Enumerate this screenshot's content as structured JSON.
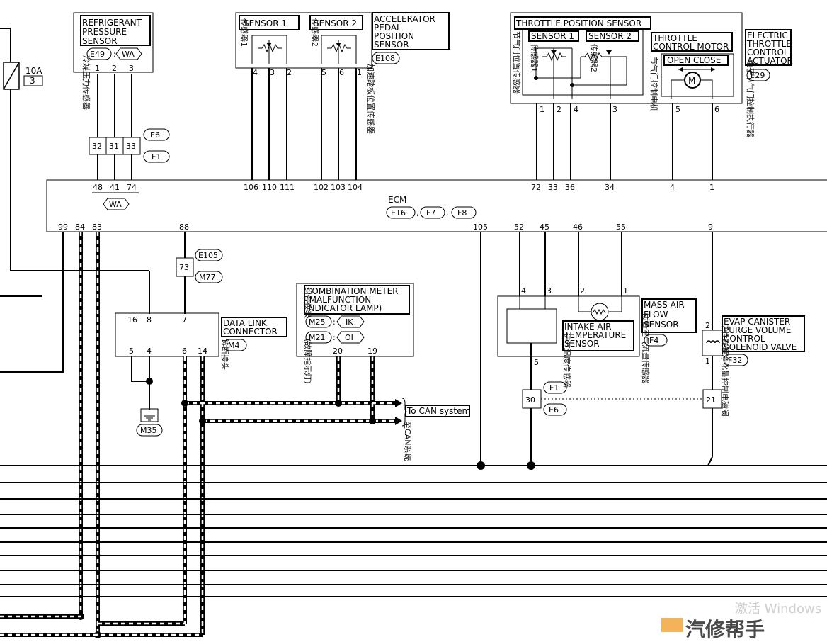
{
  "fuse": {
    "rating": "10A",
    "number": "3"
  },
  "refrigerant_sensor": {
    "title_lines": [
      "REFRIGERANT",
      "PRESSURE",
      "SENSOR"
    ],
    "connector": "E49",
    "harness": "WA",
    "pins": [
      "1",
      "2",
      "3"
    ],
    "zh": "冷媒压力传感器"
  },
  "joint_connector": {
    "pins": [
      "32",
      "31",
      "33"
    ],
    "top": "E6",
    "bottom": "F1"
  },
  "ecm_left_pins": [
    "48",
    "41",
    "74"
  ],
  "ecm_left_harness": "WA",
  "app_sensor": {
    "title_lines": [
      "ACCELERATOR",
      "PEDAL",
      "POSITION",
      "SENSOR"
    ],
    "sensor1": "SENSOR 1",
    "sensor2": "SENSOR 2",
    "sensor1_zh": "传感器1",
    "sensor2_zh": "传感器2",
    "connector": "E108",
    "pins1": [
      "4",
      "3",
      "2"
    ],
    "pins2": [
      "5",
      "6",
      "1"
    ],
    "ecm_pins": [
      "106",
      "110",
      "111",
      "102",
      "103",
      "104"
    ],
    "zh": "加速踏板位置传感器"
  },
  "throttle_position_sensor": {
    "title": "THROTTLE POSITION SENSOR",
    "sensor1": "SENSOR 1",
    "sensor2": "SENSOR 2",
    "sensor1_zh": "传感器1",
    "sensor2_zh": "传感器2",
    "zh": "节气门位置传感器",
    "pins": [
      "1",
      "2",
      "4",
      "3"
    ],
    "ecm_pins": [
      "72",
      "33",
      "36",
      "34"
    ]
  },
  "throttle_motor": {
    "title_lines": [
      "THROTTLE",
      "CONTROL MOTOR"
    ],
    "open_close": "OPEN CLOSE",
    "motor": "M",
    "zh": "节气门控制电机",
    "pins": [
      "5",
      "6"
    ],
    "ecm_pins": [
      "4",
      "1"
    ]
  },
  "etc_actuator": {
    "title_lines": [
      "ELECTRIC",
      "THROTTLE",
      "CONTROL",
      "ACTUATOR"
    ],
    "connector": "F29",
    "zh": "电子节气门控制执行器"
  },
  "ecm": {
    "title": "ECM",
    "connectors": [
      "E16",
      "F7",
      "F8"
    ],
    "bottom_pins": [
      "99",
      "84",
      "83",
      "88",
      "105",
      "52",
      "45",
      "46",
      "55",
      "9"
    ]
  },
  "dlc_connector": {
    "pin": "73",
    "top": "E105",
    "bottom": "M77"
  },
  "data_link": {
    "title_lines": [
      "DATA LINK",
      "CONNECTOR"
    ],
    "connector": "M4",
    "zh": "诊断接头",
    "top_pins": [
      "16",
      "8",
      "7"
    ],
    "bottom_pins": [
      "5",
      "4",
      "6",
      "14"
    ]
  },
  "ground": {
    "connector": "M35"
  },
  "combination_meter": {
    "title_lines": [
      "COMBINATION METER",
      "(MALFUNCTION",
      "INDICATOR LAMP)"
    ],
    "conn1": "M25",
    "harness1": "IK",
    "conn2": "M21",
    "harness2": "OI",
    "pins": [
      "20",
      "19"
    ],
    "zh_top": "组合仪表",
    "zh": "(故障指示灯)"
  },
  "can": {
    "label": "To CAN system",
    "zh": "至CAN系统"
  },
  "maf_sensor": {
    "title_lines": [
      "MASS AIR",
      "FLOW",
      "SENSOR"
    ],
    "connector": "F4",
    "zh": "质量空气流量传感器",
    "pins": [
      "4",
      "3",
      "2",
      "1",
      "5"
    ]
  },
  "iat_sensor": {
    "title_lines": [
      "INTAKE AIR",
      "TEMPERATURE",
      "SENSOR"
    ],
    "zh": "进气温度传感器"
  },
  "joint2": {
    "pin": "30",
    "top": "F1",
    "bottom": "E6"
  },
  "evap_valve": {
    "title_lines": [
      "EVAP CANISTER",
      "PURGE VOLUME",
      "CONTROL",
      "SOLENOID VALVE"
    ],
    "connector": "F32",
    "pins": [
      "2",
      "1"
    ],
    "joint_pin": "21",
    "zh": "活性炭罐净化量控制电磁阀"
  },
  "watermark": {
    "line1": "激活 Windows",
    "line2": "汽修帮手"
  }
}
